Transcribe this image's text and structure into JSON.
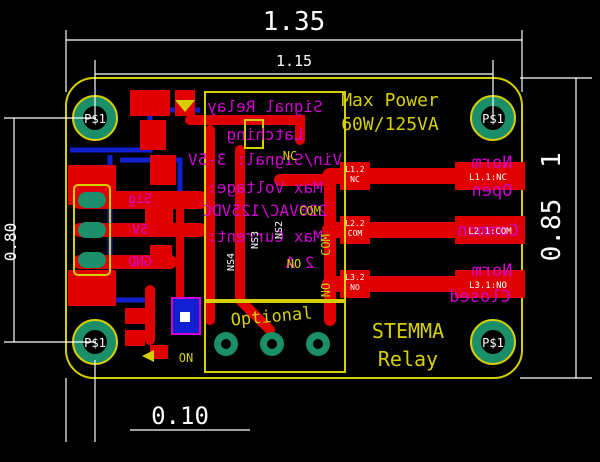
{
  "dimensions": {
    "width_top": "1.35",
    "width_inner": "1.15",
    "height_left": "0.80",
    "height_right": "0.85",
    "height_right_suffix": "1",
    "offset_bottom": "0.10"
  },
  "mounting_holes": [
    "P$1",
    "P$1",
    "P$1",
    "P$1"
  ],
  "silkscreen": {
    "max_power_line1": "Max Power",
    "max_power_line2": "60W/125VA",
    "stemma_line1": "STEMMA",
    "stemma_line2": "Relay",
    "optional": "Optional",
    "on": "ON",
    "nc": "NC",
    "com": "COM",
    "no": "NO",
    "nc_label_board": "NC",
    "no_label_board": "NO",
    "ns2": "NS2",
    "ns3": "NS3",
    "ns4": "NS4"
  },
  "bottom_text": {
    "relay_title": "Signal Relay",
    "latching": "Latching",
    "vin_signal": "Vin/Signal: 3-5V",
    "max_voltage": "Max Voltage:",
    "voltage_values": "220VAC/125VDC",
    "max_current": "Max Current:",
    "current_value": "2 A",
    "norm_open_1": "Norm",
    "norm_open_2": "Open",
    "common": "Common",
    "norm_closed_1": "Norm",
    "norm_closed_2": "Closed",
    "pins_left": [
      "Sig",
      "5V",
      "GND"
    ]
  },
  "pads_right": [
    {
      "small": "L1.2",
      "label": "NC",
      "far": "L1.1:NC"
    },
    {
      "small": "L2.2",
      "label": "COM",
      "far": "L2.1:COM"
    },
    {
      "small": "L3.2",
      "label": "NO",
      "far": "L3.1:NO"
    }
  ],
  "colors": {
    "copper_top": "#e00000",
    "copper_bottom": "#1020d0",
    "silkscreen": "#d6d000",
    "bottom_silk": "#d000d0",
    "pad": "#1a8f6a",
    "background": "#000000"
  }
}
